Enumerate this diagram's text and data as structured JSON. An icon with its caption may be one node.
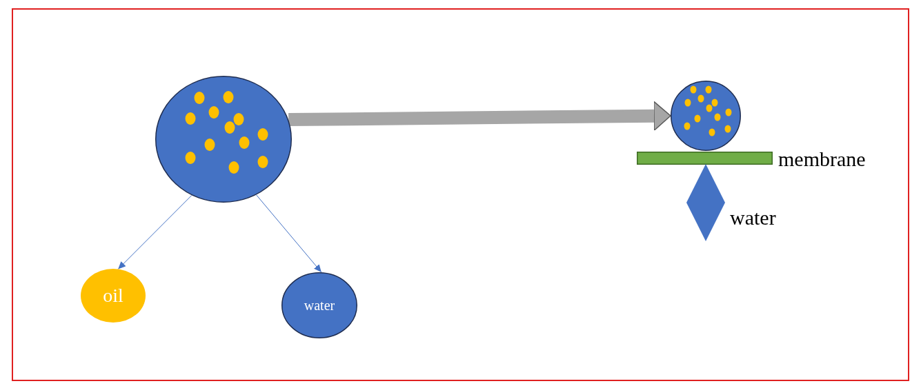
{
  "diagram": {
    "nodes": [
      {
        "text": [],
        "shape": "circle"
      },
      {
        "text": [
          "oil"
        ]
      },
      {
        "text": [
          "water"
        ]
      },
      {
        "text": [],
        "shape": "circle"
      },
      {
        "text": [],
        "shape": "bar",
        "beside": [
          "membrane"
        ]
      },
      {
        "text": [],
        "shape": "diamond",
        "beside": [
          "water"
        ]
      }
    ],
    "edges": [
      {
        "from": 0,
        "to": 1,
        "arrow": "to"
      },
      {
        "from": 0,
        "to": 2,
        "arrow": "to"
      },
      {
        "from": 0,
        "to": 3,
        "arrow": "to",
        "style": "thick",
        "color": "#a6a6a6"
      }
    ]
  }
}
